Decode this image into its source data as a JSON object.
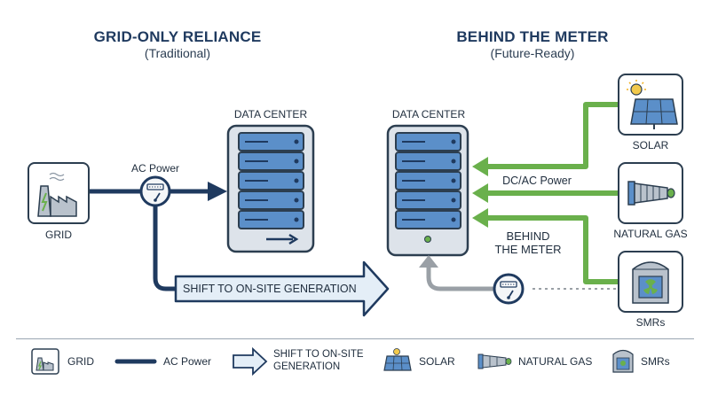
{
  "left": {
    "title": "GRID-ONLY RELIANCE",
    "subtitle": "(Traditional)",
    "grid_label": "GRID",
    "ac_power_label": "AC Power",
    "data_center_label": "DATA CENTER",
    "shift_label": "SHIFT TO ON-SITE GENERATION"
  },
  "right": {
    "title": "BEHIND THE METER",
    "subtitle": "(Future-Ready)",
    "data_center_label": "DATA CENTER",
    "dcac_label": "DC/AC Power",
    "btm_label_1": "BEHIND",
    "btm_label_2": "THE METER",
    "solar_label": "SOLAR",
    "gas_label": "NATURAL GAS",
    "smr_label": "SMRs"
  },
  "legend": {
    "grid": "GRID",
    "ac_power": "AC Power",
    "shift_1": "SHIFT TO ON-SITE",
    "shift_2": "GENERATION",
    "solar": "SOLAR",
    "gas": "NATURAL GAS",
    "smr": "SMRs"
  },
  "colors": {
    "navy": "#1f3a5f",
    "green": "#6ab04c",
    "gray_line": "#9aa0a6",
    "server_body": "#dde3ea",
    "drive_blue": "#5b8fc9",
    "arrow_fill": "#e4eef7"
  },
  "icons": [
    "grid-icon",
    "meter-icon",
    "server-icon",
    "solar-icon",
    "natural-gas-icon",
    "smr-icon",
    "arrow-icon"
  ]
}
